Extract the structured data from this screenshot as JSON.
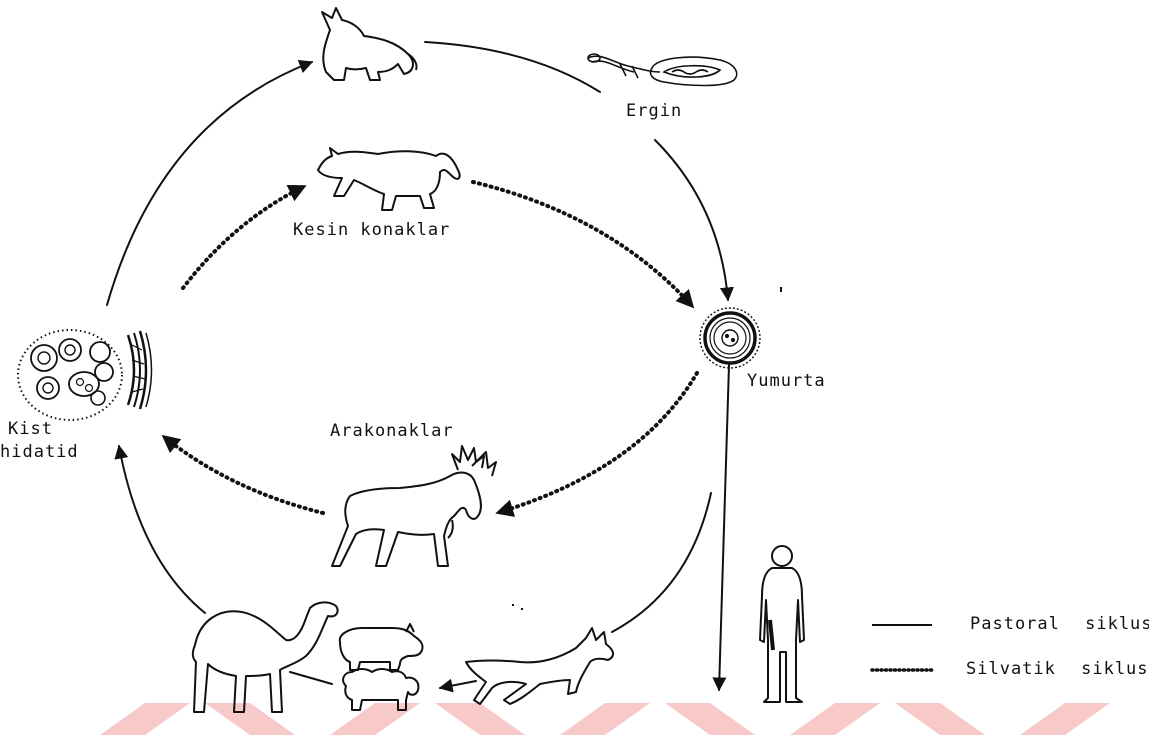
{
  "labels": {
    "adult": "Ergin",
    "definitive_hosts": "Kesin konaklar",
    "egg": "Yumurta",
    "intermediate_hosts": "Arakonaklar",
    "cyst_line1": "Kist",
    "cyst_line2": "hidatid"
  },
  "legend": {
    "pastoral": "Pastoral siklus",
    "sylvatic": "Silvatik siklus"
  },
  "colors": {
    "ink": "#111111",
    "watermark": "#f7c9c9"
  },
  "icons": [
    "dog-icon",
    "wolf-icon",
    "tapeworm-icon",
    "egg-icon",
    "moose-icon",
    "hydatid-cyst-icon",
    "camel-icon",
    "pig-icon",
    "sheep-icon",
    "running-dog-icon",
    "human-icon"
  ]
}
